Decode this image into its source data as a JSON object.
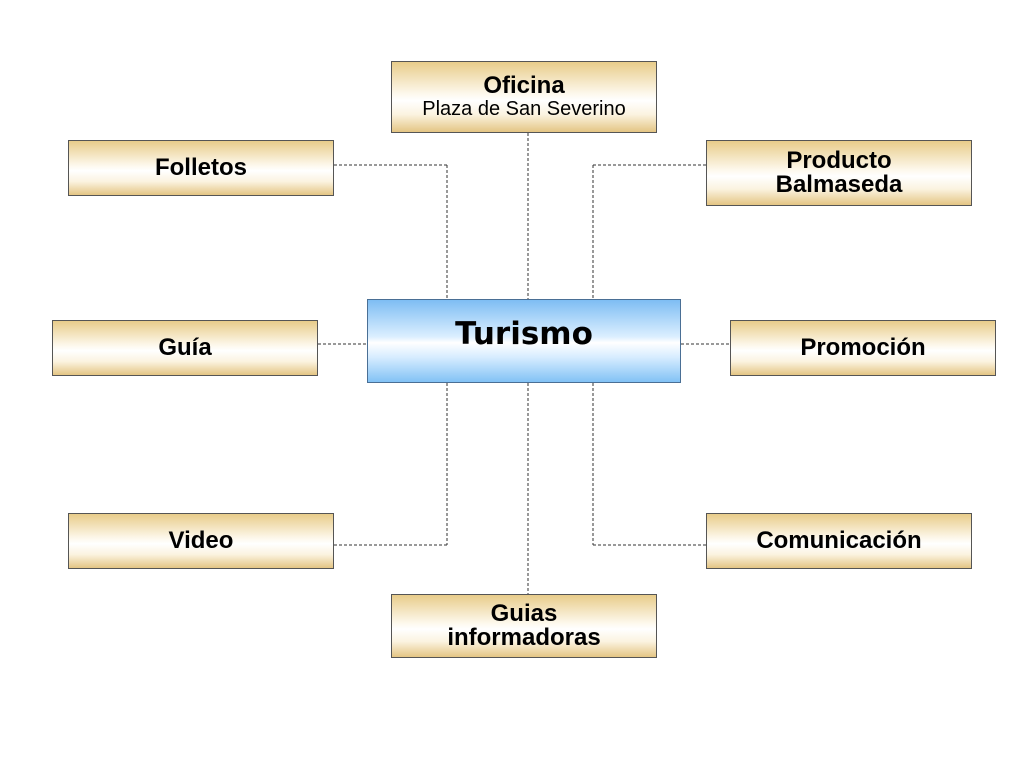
{
  "center": {
    "label": "Turismo"
  },
  "nodes": {
    "oficina": {
      "title": "Oficina",
      "subtitle": "Plaza de San Severino"
    },
    "folletos": {
      "label": "Folletos"
    },
    "producto": {
      "line1": "Producto",
      "line2": "Balmaseda"
    },
    "guia": {
      "label": "Guía"
    },
    "promocion": {
      "label": "Promoción"
    },
    "video": {
      "label": "Video"
    },
    "comunicacion": {
      "label": "Comunicación"
    },
    "guias": {
      "line1": "Guias",
      "line2": "informadoras"
    }
  },
  "colors": {
    "node_gold_edge": "#e4c584",
    "node_border": "#555555",
    "center_blue_edge": "#7ebdf3",
    "center_border": "#4a6f95",
    "connector": "#333333"
  }
}
